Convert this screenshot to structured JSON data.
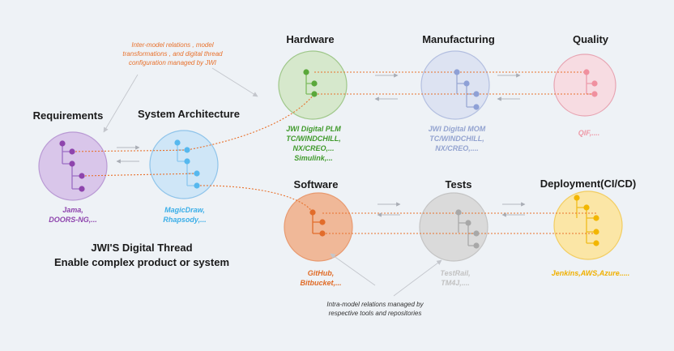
{
  "colors": {
    "background": "#eef2f6",
    "requirements": "#8e44ad",
    "system_architecture": "#3aaee8",
    "hardware": "#6aa84f",
    "manufacturing": "#7f96cc",
    "quality": "#e88a98",
    "software": "#e8712c",
    "tests": "#9e9e9e",
    "deployment": "#f3b400",
    "inter_link": "#e8712c",
    "flow_arrow": "#b8bcc4"
  },
  "nodes": {
    "requirements": {
      "title": "Requirements",
      "tools": [
        "Jama,",
        "DOORS-NG,..."
      ]
    },
    "system_architecture": {
      "title": "System Architecture",
      "tools": [
        "MagicDraw,",
        "Rhapsody,..."
      ]
    },
    "hardware": {
      "title": "Hardware",
      "tools": [
        "JWI Digital PLM",
        "TC/WINDCHILL,",
        "NX/CREO,...",
        "Simulink,..."
      ]
    },
    "manufacturing": {
      "title": "Manufacturing",
      "tools": [
        "JWI Digital MOM",
        "TC/WINDCHILL,",
        "NX/CREO,...."
      ]
    },
    "quality": {
      "title": "Quality",
      "tools": [
        "QIF,...."
      ]
    },
    "software": {
      "title": "Software",
      "tools": [
        "GitHub,",
        "Bitbucket,..."
      ]
    },
    "tests": {
      "title": "Tests",
      "tools": [
        "TestRail,",
        "TM4J,...."
      ]
    },
    "deployment": {
      "title": "Deployment(CI/CD)",
      "tools": [
        "Jenkins,AWS,Azure....."
      ]
    }
  },
  "notes": {
    "inter_model": [
      "Inter-model relations , model",
      "transformations , and digital thread",
      "configuration managed by JWI"
    ],
    "intra_model": [
      "Intra-model relations managed by",
      "respective tools and repositories"
    ]
  },
  "thread": {
    "line1": "JWI'S Digital Thread",
    "line2": "Enable complex product or system"
  }
}
